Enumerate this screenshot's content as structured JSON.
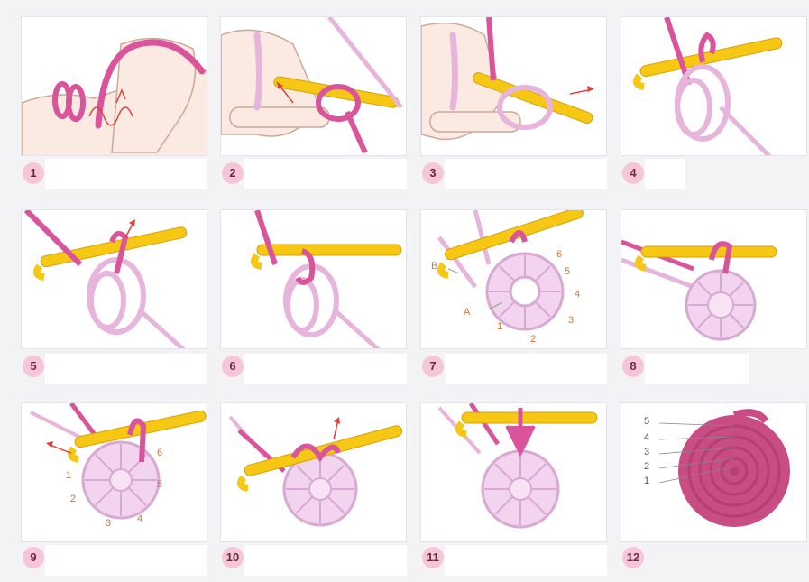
{
  "colors": {
    "yarn": "#d9549a",
    "yarn_light": "#e7b4dc",
    "hook": "#f6c814",
    "arrow": "#e0403b",
    "badge": "#f6c6d8",
    "label": "#c8753a",
    "swatch": "#c94c84"
  },
  "steps": [
    "1",
    "2",
    "3",
    "4",
    "5",
    "6",
    "7",
    "8",
    "9",
    "10",
    "11",
    "12"
  ],
  "step7_labels": {
    "a": "A",
    "b": "B",
    "n1": "1",
    "n2": "2",
    "n3": "3",
    "n4": "4",
    "n5": "5",
    "n6": "6"
  },
  "step9_labels": {
    "n1": "1",
    "n2": "2",
    "n3": "3",
    "n4": "4",
    "n5": "5",
    "n6": "6"
  },
  "step12_labels": {
    "r5": "5",
    "r4": "4",
    "r3": "3",
    "r2": "2",
    "r1": "1"
  }
}
